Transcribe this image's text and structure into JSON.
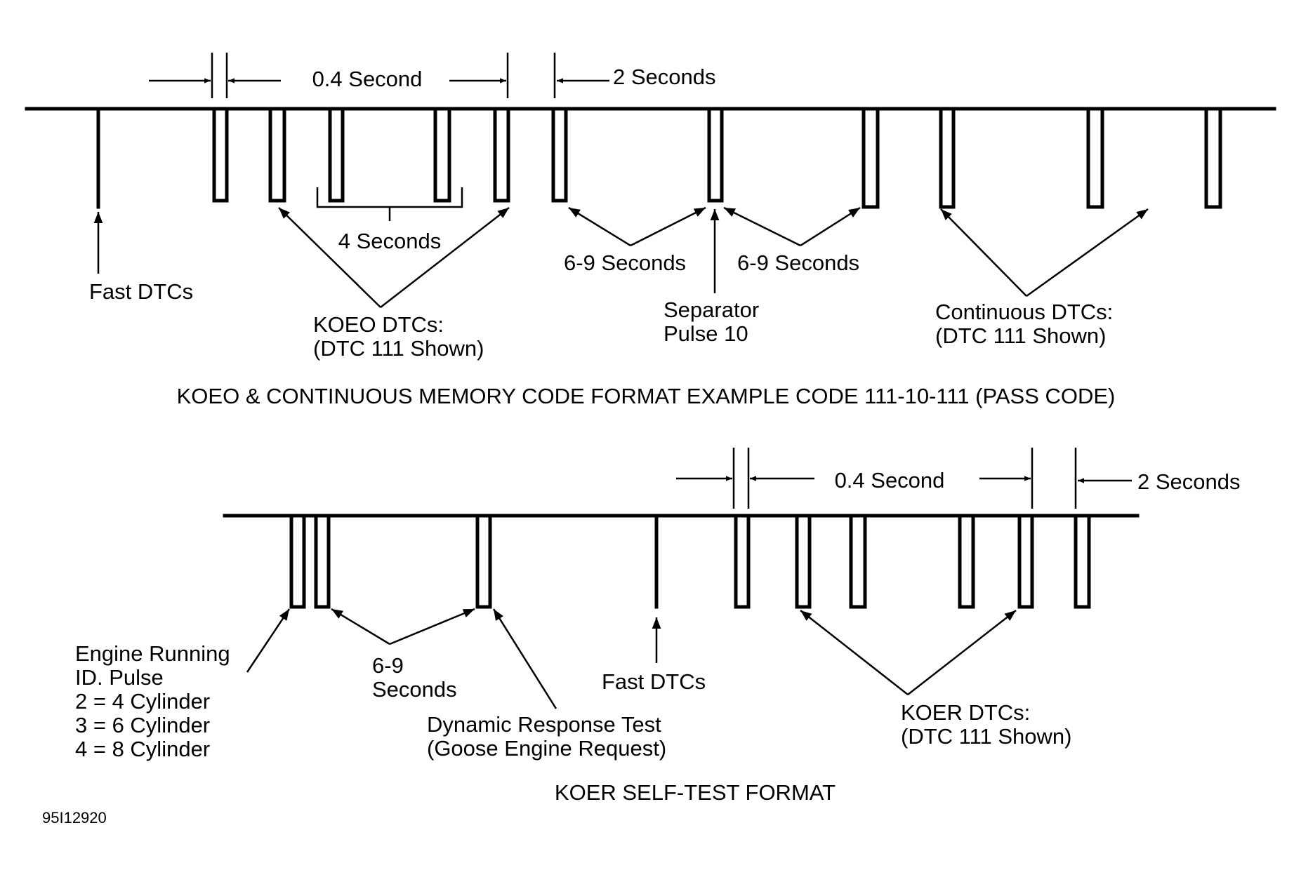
{
  "top": {
    "caption": "KOEO & CONTINUOUS MEMORY CODE FORMAT EXAMPLE CODE 111-10-111 (PASS CODE)",
    "labels": {
      "pulse_width": "0.4 Second",
      "gap": "2 Seconds",
      "bracket": "4 Seconds",
      "fast_dtcs": "Fast DTCs",
      "koeo_line1": "KOEO DTCs:",
      "koeo_line2": "(DTC 111 Shown)",
      "delay_a": "6-9 Seconds",
      "delay_b": "6-9 Seconds",
      "separator_line1": "Separator",
      "separator_line2": "Pulse 10",
      "continuous_line1": "Continuous DTCs:",
      "continuous_line2": "(DTC 111 Shown)"
    }
  },
  "bottom": {
    "caption": "KOER SELF-TEST FORMAT",
    "labels": {
      "pulse_width": "0.4 Second",
      "gap": "2 Seconds",
      "engine_line1": "Engine Running",
      "engine_line2": "ID. Pulse",
      "engine_line3": "2 = 4 Cylinder",
      "engine_line4": "3 = 6 Cylinder",
      "engine_line5": "4 = 8 Cylinder",
      "delay_line1": "6-9",
      "delay_line2": "Seconds",
      "fast_dtcs": "Fast DTCs",
      "dynamic_line1": "Dynamic Response Test",
      "dynamic_line2": "(Goose Engine Request)",
      "koer_line1": "KOER DTCs:",
      "koer_line2": "(DTC 111 Shown)"
    }
  },
  "figure_id": "95I12920"
}
